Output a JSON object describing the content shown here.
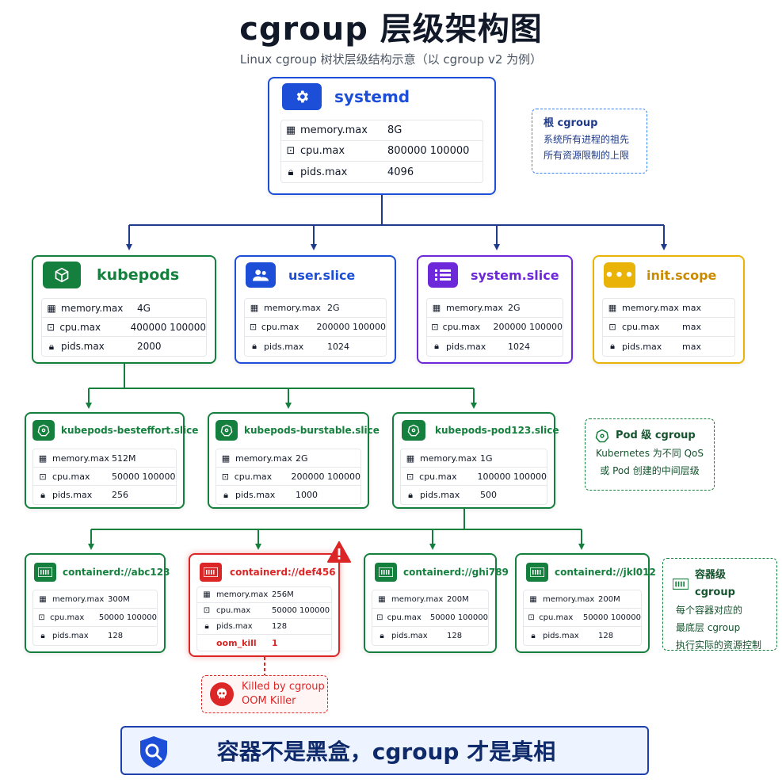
{
  "title": "cgroup 层级架构图",
  "subtitle": "Linux cgroup 树状层级结构示意（以 cgroup v2 为例）",
  "root": {
    "name": "systemd",
    "props": [
      {
        "k": "memory.max",
        "v": "8G"
      },
      {
        "k": "cpu.max",
        "v": "800000  100000"
      },
      {
        "k": "pids.max",
        "v": "4096"
      }
    ]
  },
  "root_note": {
    "title": "根 cgroup",
    "lines": [
      "系统所有进程的祖先",
      "所有资源限制的上限"
    ]
  },
  "level1": [
    {
      "name": "kubepods",
      "props": [
        {
          "k": "memory.max",
          "v": "4G"
        },
        {
          "k": "cpu.max",
          "v": "400000 100000"
        },
        {
          "k": "pids.max",
          "v": "2000"
        }
      ]
    },
    {
      "name": "user.slice",
      "props": [
        {
          "k": "memory.max",
          "v": "2G"
        },
        {
          "k": "cpu.max",
          "v": "200000 100000"
        },
        {
          "k": "pids.max",
          "v": "1024"
        }
      ]
    },
    {
      "name": "system.slice",
      "props": [
        {
          "k": "memory.max",
          "v": "2G"
        },
        {
          "k": "cpu.max",
          "v": "200000 100000"
        },
        {
          "k": "pids.max",
          "v": "1024"
        }
      ]
    },
    {
      "name": "init.scope",
      "props": [
        {
          "k": "memory.max",
          "v": "max"
        },
        {
          "k": "cpu.max",
          "v": "max"
        },
        {
          "k": "pids.max",
          "v": "max"
        }
      ]
    }
  ],
  "level2": [
    {
      "name": "kubepods-besteffort.slice",
      "props": [
        {
          "k": "memory.max",
          "v": "512M"
        },
        {
          "k": "cpu.max",
          "v": "50000  100000"
        },
        {
          "k": "pids.max",
          "v": "256"
        }
      ]
    },
    {
      "name": "kubepods-burstable.slice",
      "props": [
        {
          "k": "memory.max",
          "v": "2G"
        },
        {
          "k": "cpu.max",
          "v": "200000 100000"
        },
        {
          "k": "pids.max",
          "v": "1000"
        }
      ]
    },
    {
      "name": "kubepods-pod123.slice",
      "props": [
        {
          "k": "memory.max",
          "v": "1G"
        },
        {
          "k": "cpu.max",
          "v": "100000 100000"
        },
        {
          "k": "pids.max",
          "v": "500"
        }
      ]
    }
  ],
  "pod_note": {
    "title": "Pod 级 cgroup",
    "lines": [
      "Kubernetes 为不同 QoS",
      "或 Pod 创建的中间层级"
    ]
  },
  "level3": [
    {
      "name": "containerd://abc123",
      "props": [
        {
          "k": "memory.max",
          "v": "300M"
        },
        {
          "k": "cpu.max",
          "v": "50000 100000"
        },
        {
          "k": "pids.max",
          "v": "128"
        }
      ]
    },
    {
      "name": "containerd://def456",
      "props": [
        {
          "k": "memory.max",
          "v": "256M"
        },
        {
          "k": "cpu.max",
          "v": "50000 100000"
        },
        {
          "k": "pids.max",
          "v": "128"
        },
        {
          "k": "oom_kill",
          "v": "1"
        }
      ]
    },
    {
      "name": "containerd://ghi789",
      "props": [
        {
          "k": "memory.max",
          "v": "200M"
        },
        {
          "k": "cpu.max",
          "v": "50000 100000"
        },
        {
          "k": "pids.max",
          "v": "128"
        }
      ]
    },
    {
      "name": "containerd://jkl012",
      "props": [
        {
          "k": "memory.max",
          "v": "200M"
        },
        {
          "k": "cpu.max",
          "v": "50000 100000"
        },
        {
          "k": "pids.max",
          "v": "128"
        }
      ]
    }
  ],
  "container_note": {
    "title": "容器级 cgroup",
    "lines": [
      "每个容器对应的",
      "最底层 cgroup",
      "执行实际的资源控制"
    ]
  },
  "killed": {
    "line1": "Killed by cgroup",
    "line2": "OOM Killer"
  },
  "banner": "容器不是黑盒，cgroup 才是真相",
  "colors": {
    "navy": "#1e3a8a",
    "blue": "#1d4ed8",
    "green": "#15803d",
    "purple": "#6d28d9",
    "amber": "#eab308",
    "red": "#dc2626"
  },
  "icons": {
    "root": "gear-icon",
    "kubepods": "cube-icon",
    "user": "users-icon",
    "system": "list-icon",
    "init": "dots-icon",
    "pod": "kubernetes-wheel-icon",
    "container": "container-icon",
    "warning": "warning-icon",
    "skull": "skull-icon",
    "banner": "shield-search-icon"
  }
}
